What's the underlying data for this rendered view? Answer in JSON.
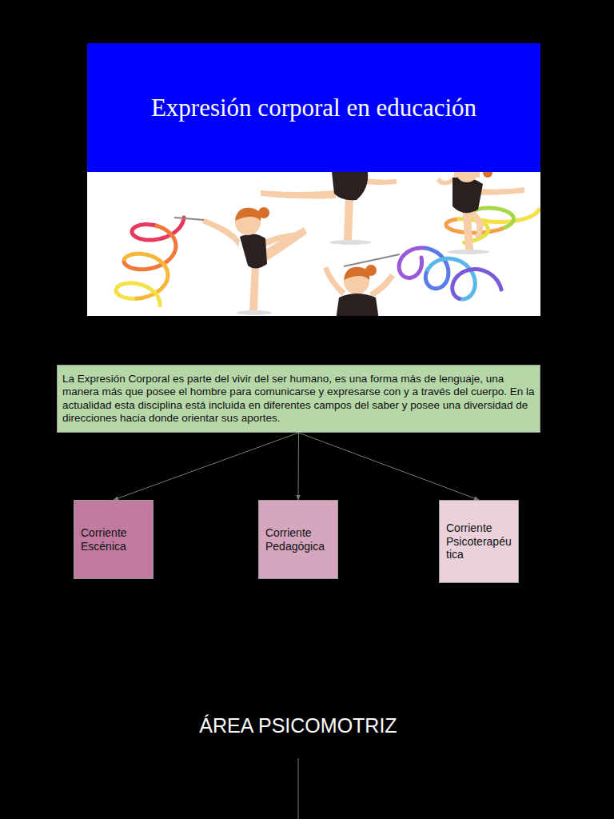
{
  "diagram": {
    "title": "Expresión corporal en educación",
    "nodes": [
      {
        "text": [
          "La Expresión Corporal es parte del vivir del ser humano, es una forma más de lenguaje, una manera más que posee el hombre para comunicarse y expresarse con y a través del cuerpo. En la actualidad esta disciplina está incluida en diferentes campos del saber y posee una diversidad de direcciones hacia donde orientar sus aportes."
        ]
      },
      {
        "text": [
          "Corriente Escénica"
        ]
      },
      {
        "text": [
          "Corriente Pedagógica"
        ]
      },
      {
        "text": [
          "Corriente Psicoterapéutica"
        ]
      }
    ],
    "edges": [
      {
        "from": 0,
        "to": 1,
        "arrow": "to"
      },
      {
        "from": 0,
        "to": 2,
        "arrow": "to"
      },
      {
        "from": 0,
        "to": 3,
        "arrow": "to"
      }
    ],
    "labels": [
      "ÁREA PSICOMOTRIZ"
    ]
  }
}
